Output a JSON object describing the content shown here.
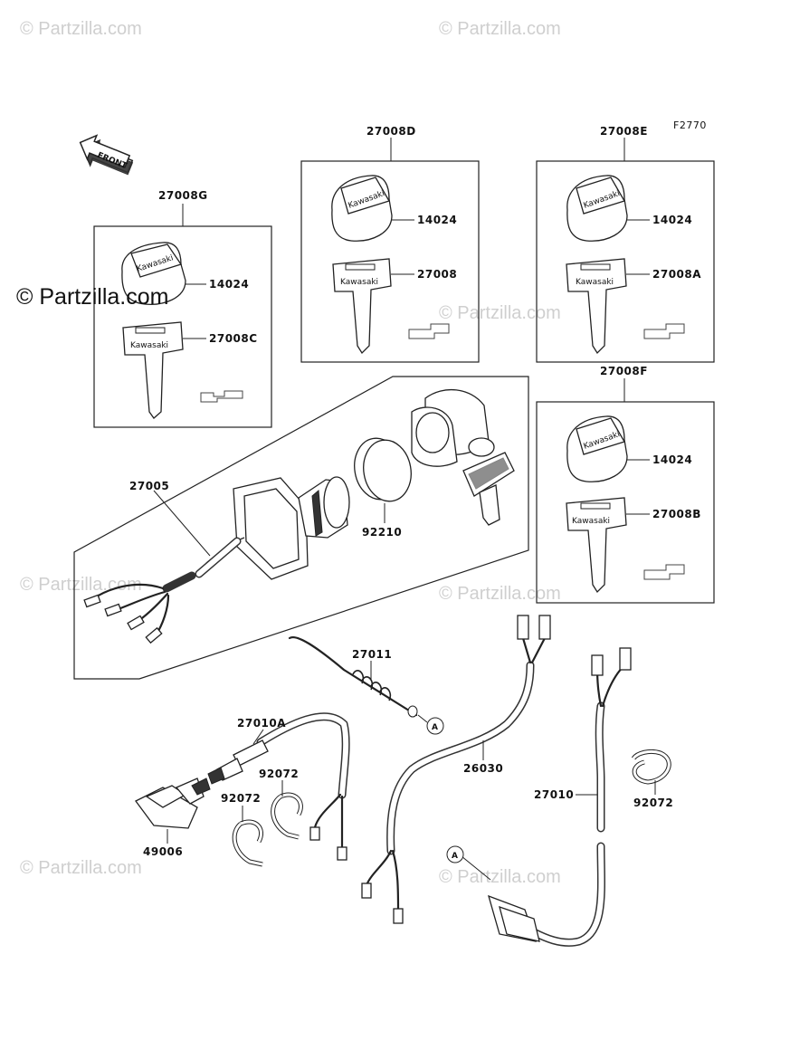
{
  "figure_code": "F2770",
  "front_arrow": {
    "label": "FRONT"
  },
  "brand_text": "Kawasaki",
  "watermark": {
    "prominent": "© Partzilla.com",
    "faint": "© Partzilla.com"
  },
  "callouts": {
    "c27008G": "27008G",
    "c27008D": "27008D",
    "c27008E": "27008E",
    "c27008F": "27008F",
    "c14024_g": "14024",
    "c27008C": "27008C",
    "c14024_d": "14024",
    "c27008": "27008",
    "c14024_e": "14024",
    "c27008A": "27008A",
    "c14024_f": "14024",
    "c27008B": "27008B",
    "c27005": "27005",
    "c92210": "92210",
    "c27011": "27011",
    "c27010A": "27010A",
    "c92072_a": "92072",
    "c92072_b": "92072",
    "c49006": "49006",
    "c26030": "26030",
    "c27010": "27010",
    "c92072_c": "92072"
  },
  "connector_markers": {
    "a1": "A",
    "a2": "A"
  }
}
